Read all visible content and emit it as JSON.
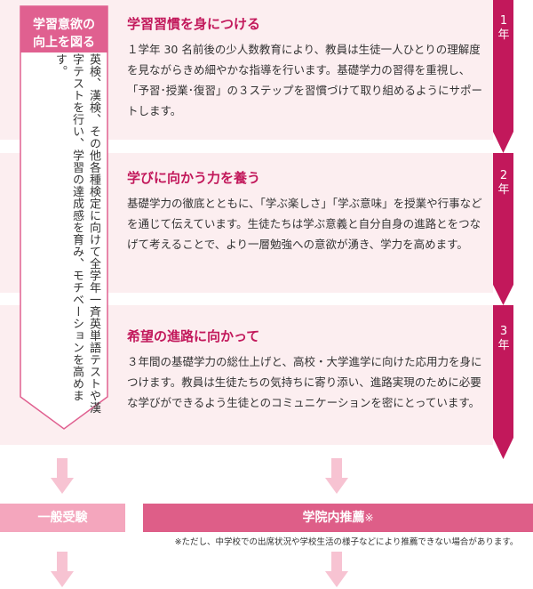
{
  "side_panel": {
    "title_line1": "学習意欲の",
    "title_line2": "向上を図る",
    "body": "英検、漢検、その他各種検定に向けて全学年一斉英単語テストや漢字テストを行い、学習の達成感を育み、モチベーションを高めます。"
  },
  "years": [
    {
      "label": "1年",
      "title": "学習習慣を身につける",
      "text": "１学年 30 名前後の少人数教育により、教員は生徒一人ひとりの理解度を見ながらきめ細やかな指導を行います。基礎学力の習得を重視し、「予習･授業･復習」の３ステップを習慣づけて取り組めるようにサポートします。"
    },
    {
      "label": "2年",
      "title": "学びに向かう力を養う",
      "text": "基礎学力の徹底とともに、「学ぶ楽しさ」「学ぶ意味」を授業や行事などを通じて伝えています。生徒たちは学ぶ意義と自分自身の進路とをつなげて考えることで、より一層勉強への意欲が湧き、学力を高めます。"
    },
    {
      "label": "3年",
      "title": "希望の進路に向かって",
      "text": "３年間の基礎学力の総仕上げと、高校・大学進学に向けた応用力を身につけます。教員は生徒たちの気持ちに寄り添い、進路実現のために必要な学びができるよう生徒とのコミュニケーションを密にとっています。"
    }
  ],
  "outcomes": {
    "general": "一般受験",
    "recommend": "学院内推薦",
    "recommend_mark": "※",
    "note": "※ただし、中学校での出席状況や学校生活の様子などにより推薦できない場合があります。"
  },
  "colors": {
    "band": "#fceef0",
    "accent": "#c2185b",
    "side_title_bg": "#e06090",
    "outcome_general": "#f4a6bd",
    "outcome_recommend": "#de5e88",
    "down_arrow": "#f7c3d2"
  }
}
